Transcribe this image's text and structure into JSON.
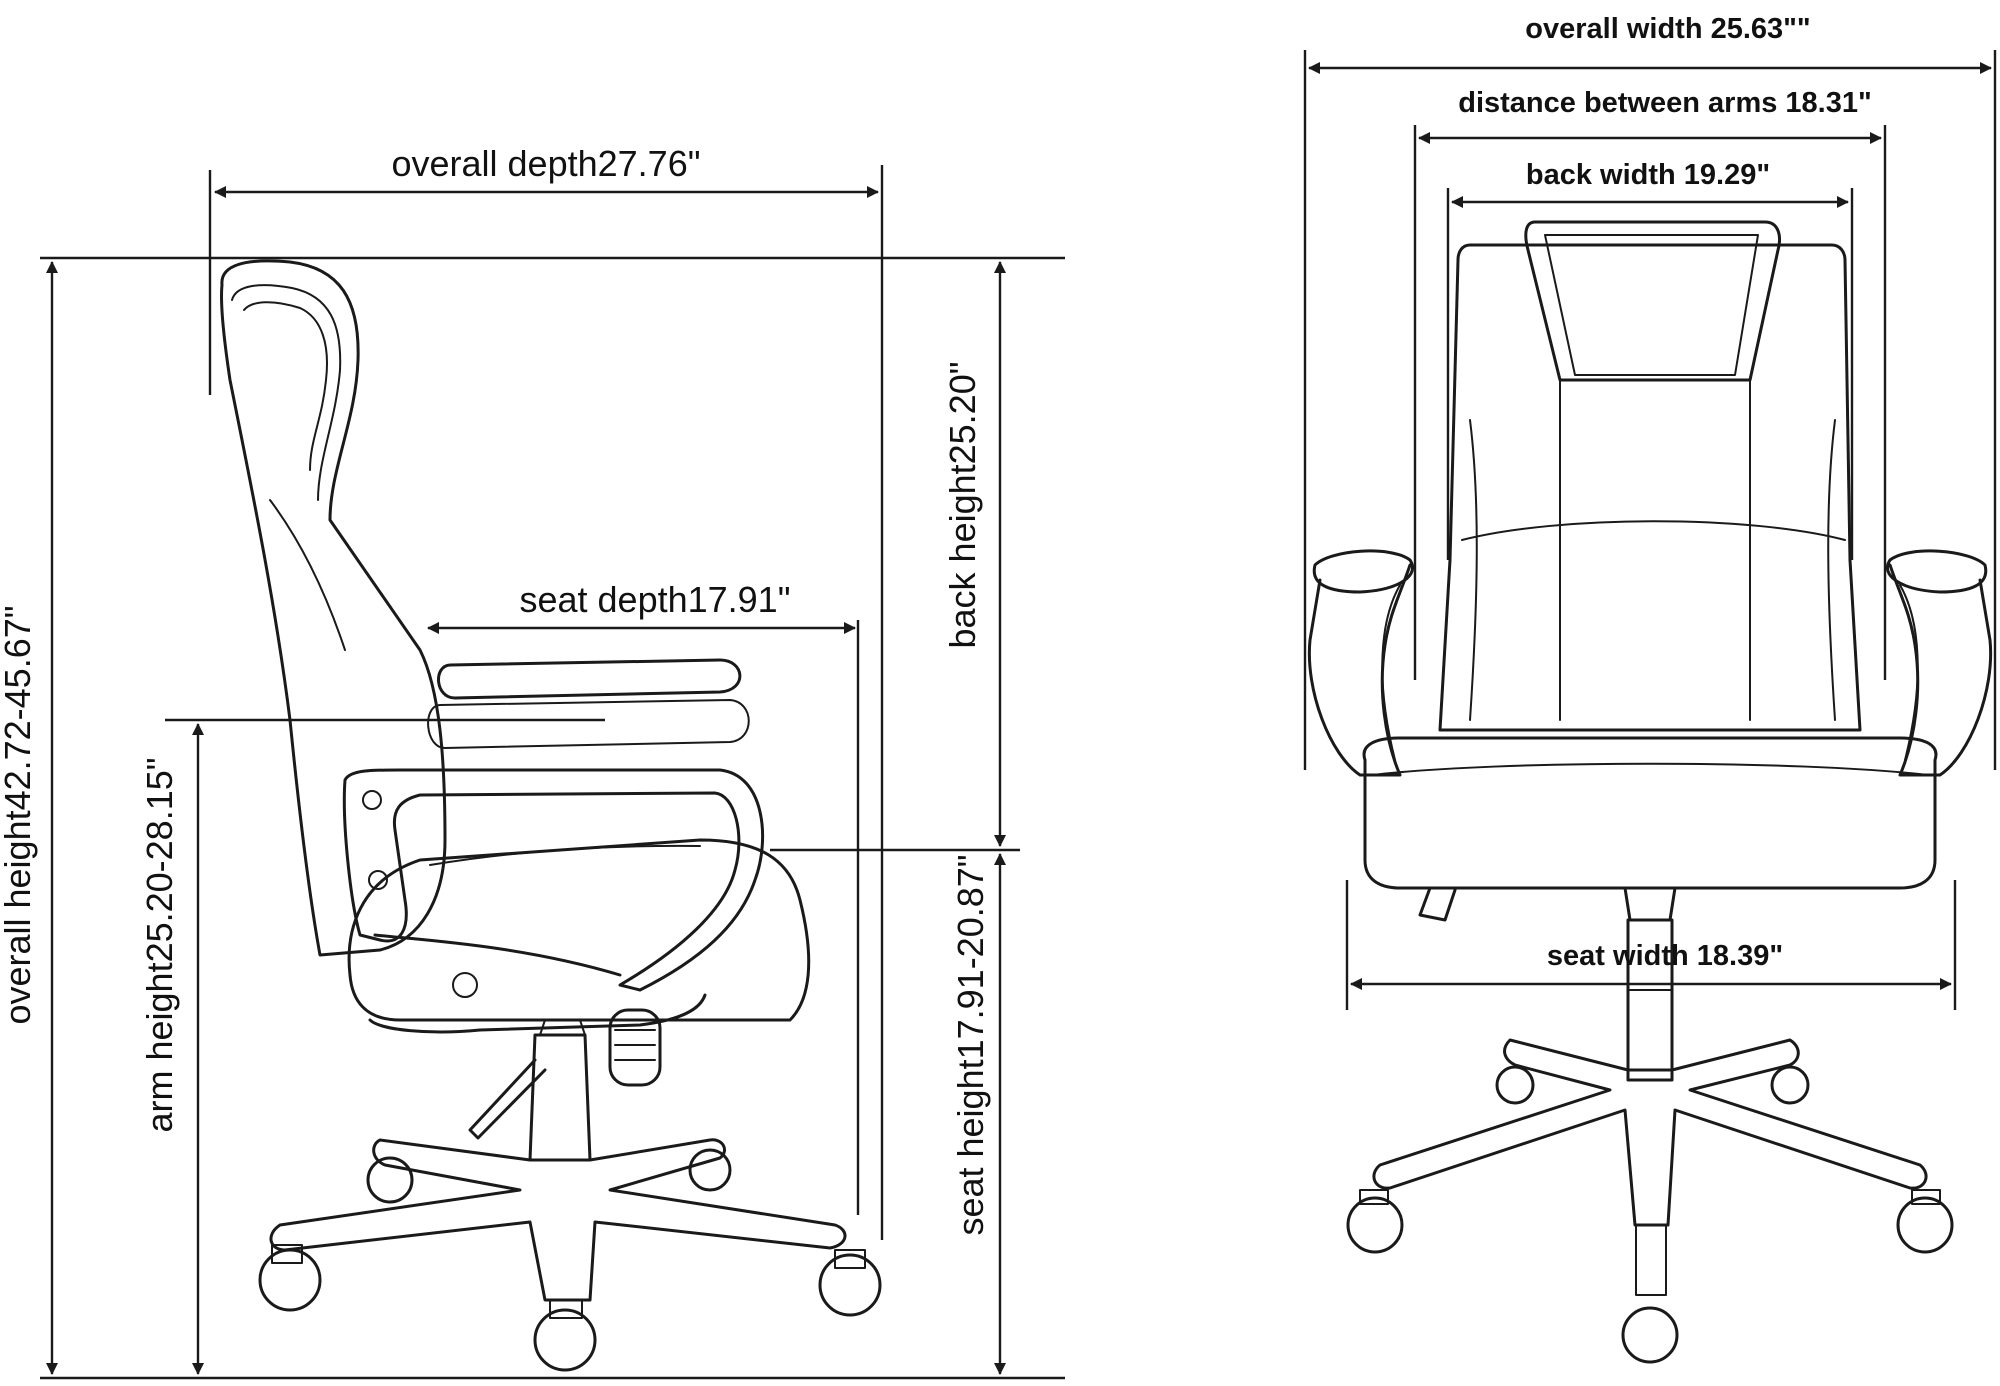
{
  "side_view": {
    "overall_depth": "overall depth27.76\"",
    "overall_height": "overall height42.72-45.67\"",
    "back_height": "back height25.20\"",
    "seat_depth": "seat depth17.91\"",
    "arm_height": "arm height25.20-28.15\"",
    "seat_height": "seat height17.91-20.87\""
  },
  "front_view": {
    "overall_width": "overall width 25.63\"\"",
    "distance_between_arms": "distance between arms 18.31\"",
    "back_width": "back width 19.29\"",
    "seat_width": "seat width 18.39\""
  },
  "colors": {
    "line": "#1a1a1a",
    "background": "#ffffff"
  }
}
